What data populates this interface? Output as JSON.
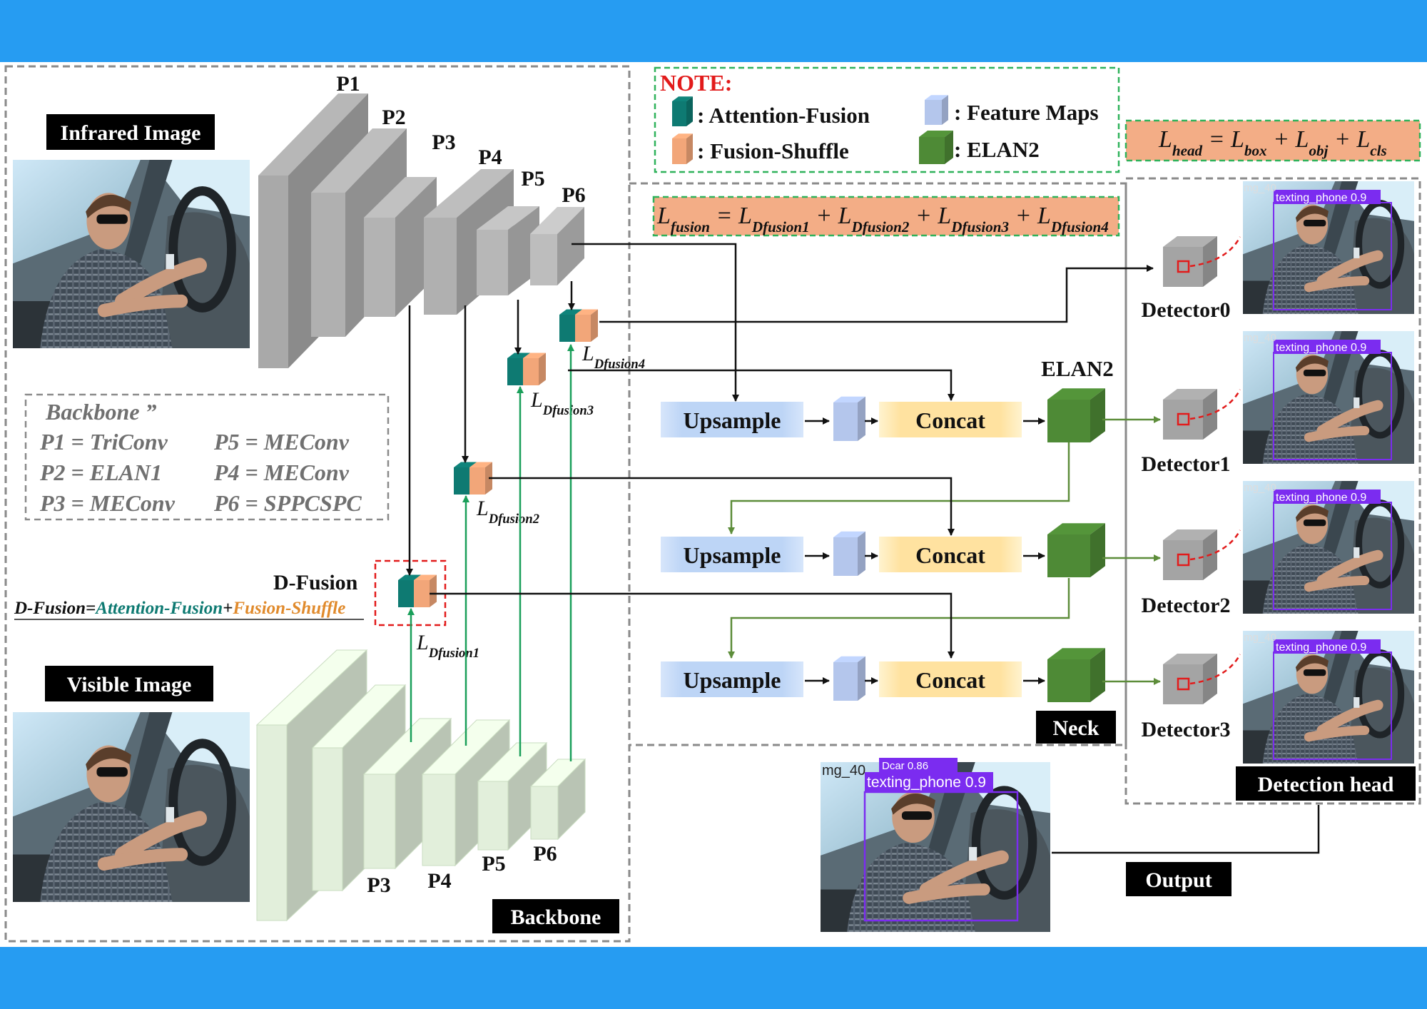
{
  "labels": {
    "infrared_image": "Infrared Image",
    "visible_image": "Visible Image",
    "backbone": "Backbone",
    "neck": "Neck",
    "detection_head": "Detection head",
    "output": "Output",
    "elan2": "ELAN2",
    "d_fusion": "D-Fusion",
    "d_fusion_eq": [
      "D-Fusion=",
      "Attention-Fusion",
      "+",
      "Fusion-Shuffle"
    ]
  },
  "stages_top": [
    "P1",
    "P2",
    "P3",
    "P4",
    "P5",
    "P6"
  ],
  "stages_bottom": [
    "P3",
    "P4",
    "P5",
    "P6"
  ],
  "backbone_box": {
    "title": "Backbone",
    "entries": [
      "P1 = TriConv",
      "P5 = MEConv",
      "P2 = ELAN1",
      "P4 = MEConv",
      "P3 = MEConv",
      "P6 = SPPCSPC"
    ]
  },
  "note": {
    "title": "NOTE:",
    "items": [
      ": Attention-Fusion",
      ": Feature Maps",
      ":  Fusion-Shuffle",
      ": ELAN2"
    ]
  },
  "losses": {
    "fusion": [
      "L",
      "fusion",
      " = L",
      "Dfusion1",
      " + L",
      "Dfusion2",
      " + L",
      "Dfusion3",
      " + L",
      "Dfusion4"
    ],
    "head": [
      "L",
      "head",
      " = L",
      "box",
      " + L",
      "obj",
      " + L",
      "cls"
    ],
    "dfusion_labels": [
      [
        "L",
        "Dfusion1"
      ],
      [
        "L",
        "Dfusion2"
      ],
      [
        "L",
        "Dfusion3"
      ],
      [
        "L",
        "Dfusion4"
      ]
    ]
  },
  "neck_rows": [
    {
      "upsample": "Upsample",
      "concat": "Concat"
    },
    {
      "upsample": "Upsample",
      "concat": "Concat"
    },
    {
      "upsample": "Upsample",
      "concat": "Concat"
    }
  ],
  "detectors": [
    "Detector0",
    "Detector1",
    "Detector2",
    "Detector3"
  ],
  "detections": {
    "texting_phone_label": "texting_phone 0.9",
    "file_label_fragment": "mg_40",
    "extra_fragment": "Dcar 0.86"
  },
  "colors": {
    "band": "#269cf2",
    "teal": "#0e7a72",
    "orange": "#f2a679",
    "feature_map": "#b4c6ec",
    "elan2": "#4e8a36",
    "loss_box": "#f3ad86",
    "green_arrow": "#1a9f5a",
    "neck_arrow": "#5d8d3a",
    "red": "#e21b1b",
    "purple": "#7b2cf0"
  }
}
